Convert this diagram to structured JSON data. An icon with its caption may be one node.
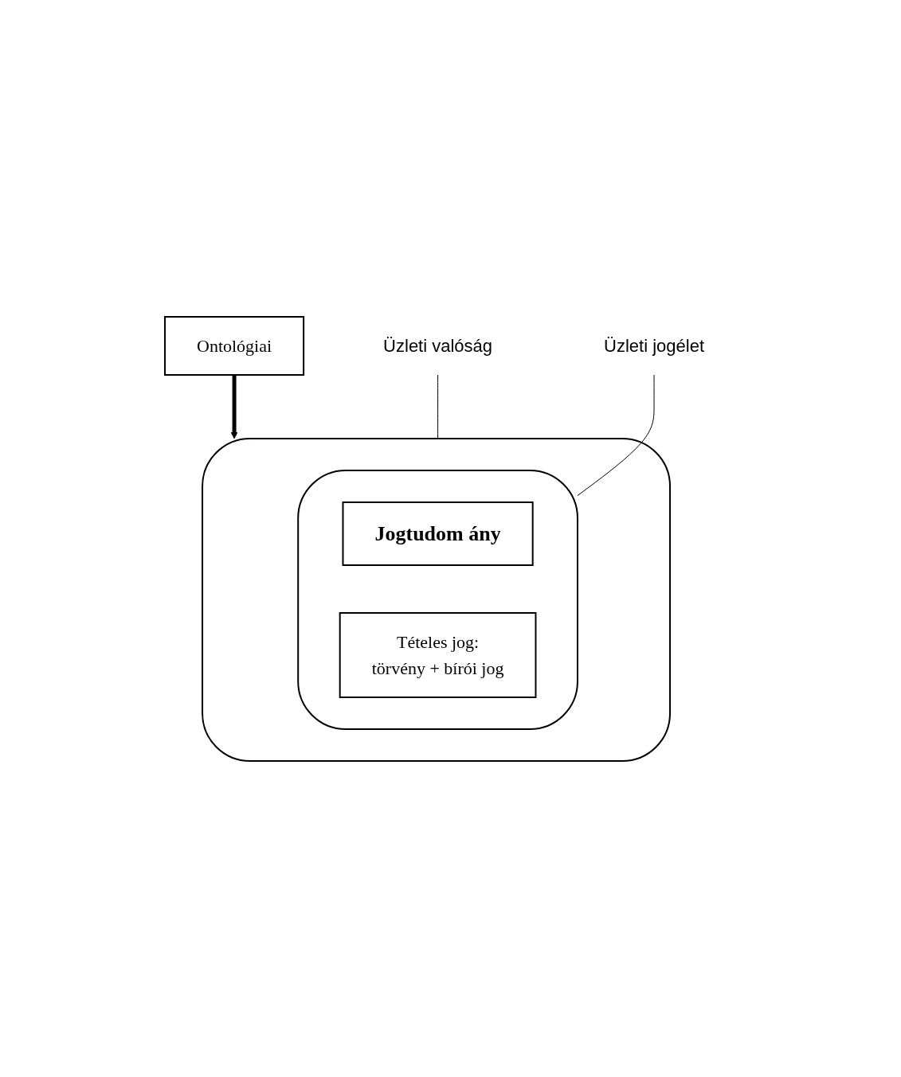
{
  "diagram": {
    "nodes": [
      {
        "text": [
          "Ontológiai"
        ]
      },
      {
        "text": [
          "Üzleti valóság"
        ]
      },
      {
        "text": [
          "Üzleti jogélet"
        ]
      },
      {
        "text": [],
        "shape": "cloud"
      },
      {
        "text": [],
        "shape": "cloud",
        "in": 3
      },
      {
        "text": [
          "Jogtudom ány"
        ],
        "in": 4
      },
      {
        "text": [
          "Tételes jog:",
          "törvény + bírói jog"
        ],
        "in": 4
      }
    ],
    "edges": [
      {
        "from": 0,
        "to": 3,
        "arrow": "to",
        "style": "thick"
      },
      {
        "from": 1,
        "to": 3,
        "arrow": "none"
      },
      {
        "from": 2,
        "to": 4,
        "arrow": "none"
      }
    ]
  }
}
